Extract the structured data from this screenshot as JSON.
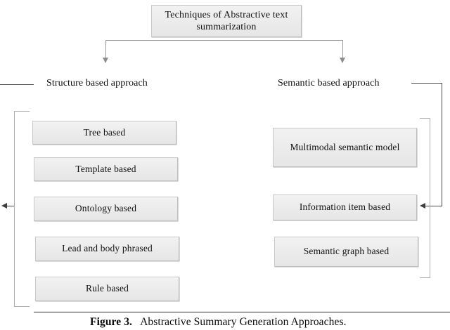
{
  "figure": {
    "root": {
      "label": "Techniques of Abstractive text summarization"
    },
    "branches": [
      {
        "label": "Structure based approach"
      },
      {
        "label": "Semantic based approach"
      }
    ],
    "structure_based_methods": [
      {
        "label": "Tree based"
      },
      {
        "label": "Template based"
      },
      {
        "label": "Ontology based"
      },
      {
        "label": "Lead and body phrased"
      },
      {
        "label": "Rule based"
      }
    ],
    "semantic_based_methods": [
      {
        "label": "Multimodal semantic model"
      },
      {
        "label": "Information item based"
      },
      {
        "label": "Semantic graph based"
      }
    ],
    "caption": {
      "label": "Figure 3.",
      "text": "Abstractive Summary Generation Approaches."
    },
    "colors": {
      "node_fill": "#ededed",
      "node_border": "#c9c9c9",
      "connector": "#9a9a9a",
      "arrow": "#3d3d3d",
      "text": "#101010",
      "caption_rule": "#2b2b2b"
    }
  }
}
